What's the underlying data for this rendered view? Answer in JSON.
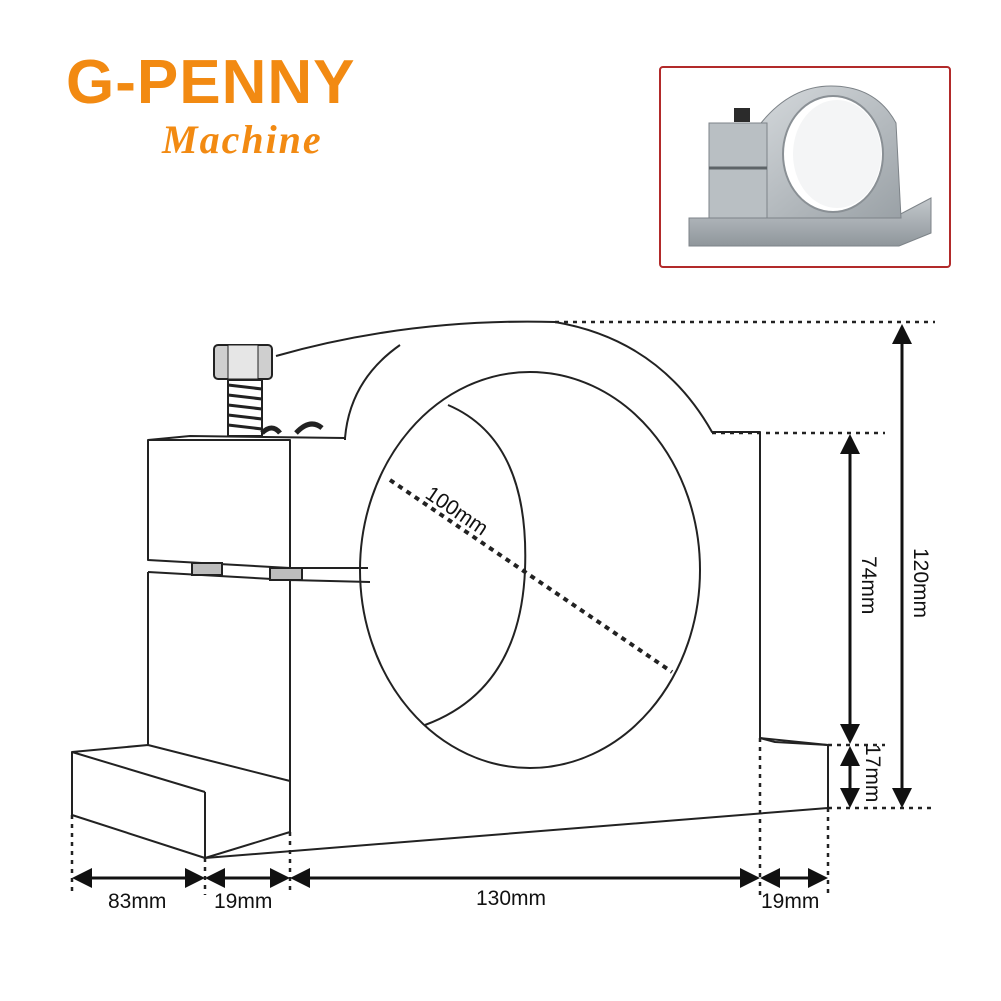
{
  "brand": {
    "name": "G-PENNY",
    "subtitle": "Machine"
  },
  "colors": {
    "brand": "#f28a12",
    "frame": "#b22a2a",
    "line": "#222222"
  },
  "icons": {
    "product_photo": "spindle-clamp-photo-icon",
    "bolt": "hex-bolt-icon"
  },
  "dimensions": {
    "bore_diameter": "100mm",
    "total_height": "120mm",
    "upper_height": "74mm",
    "base_height": "17mm",
    "base_depth": "83mm",
    "left_step": "19mm",
    "body_width": "130mm",
    "right_step": "19mm"
  }
}
